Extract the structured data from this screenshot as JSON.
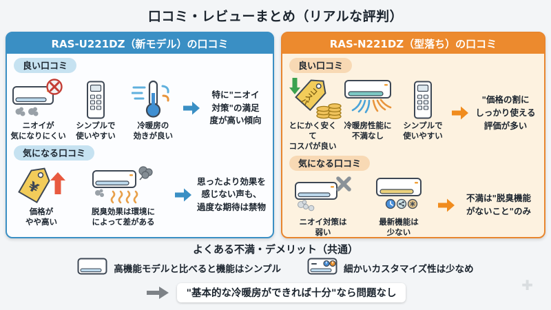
{
  "page_title": "口コミ・レビューまとめ（リアルな評判）",
  "left_panel": {
    "header": "RAS-U221DZ（新モデル）の口コミ",
    "good_badge": "良い口コミ",
    "good_items": [
      {
        "icon": "ac-odor-blocked-icon",
        "label": "ニオイが\n気になりにくい"
      },
      {
        "icon": "remote-control-icon",
        "label": "シンプルで\n使いやすい"
      },
      {
        "icon": "thermometer-icon",
        "label": "冷暖房の\n効きが良い"
      }
    ],
    "good_conclusion": "特に\"ニオイ\n対策\"の満足\n度が高い傾向",
    "concern_badge": "気になる口コミ",
    "concern_items": [
      {
        "icon": "price-tag-up-icon",
        "label": "価格が\nやや高い"
      },
      {
        "icon": "ac-deodorize-icon",
        "label": "脱臭効果は環境に\nによって差がある"
      }
    ],
    "concern_conclusion": "思ったより効果を\n感じない声も、\n過度な期待は禁物"
  },
  "right_panel": {
    "header": "RAS-N221DZ（型落ち）の口コミ",
    "good_badge": "良い口コミ",
    "good_items": [
      {
        "icon": "cospa-tag-coins-icon",
        "label": "とにかく安くて\nコスパが良い"
      },
      {
        "icon": "ac-airflow-icon",
        "label": "冷暖房性能に\n不満なし"
      },
      {
        "icon": "remote-control-icon",
        "label": "シンプルで\n使いやすい"
      }
    ],
    "good_conclusion": "\"価格の割に\nしっかり使える\n評価が多い",
    "concern_badge": "気になる口コミ",
    "concern_items": [
      {
        "icon": "ac-odor-weak-icon",
        "label": "ニオイ対策は\n弱い"
      },
      {
        "icon": "ac-few-features-icon",
        "label": "最新機能は\n少ない"
      }
    ],
    "concern_conclusion": "不満は\"脱臭機能\nがないこと\"のみ"
  },
  "common": {
    "title": "よくある不満・デメリット（共通）",
    "items": [
      {
        "icon": "ac-simple-icon",
        "label": "高機能モデルと比べると機能はシンプル"
      },
      {
        "icon": "ac-custom-icon",
        "label": "細かいカスタマイズ性は少なめ"
      }
    ],
    "conclusion": "\"基本的な冷暖房ができれば十分\"なら問題なし"
  },
  "tag_text": "コスパ",
  "colors": {
    "background": "#f3f5f7",
    "left_accent": "#3a8fc4",
    "right_accent": "#ec8a2e",
    "left_badge_bg": "#c6e2f1",
    "right_badge_bg": "#f8d9b4",
    "gray_arrow": "#7d8287",
    "warning_red": "#c43c34"
  }
}
